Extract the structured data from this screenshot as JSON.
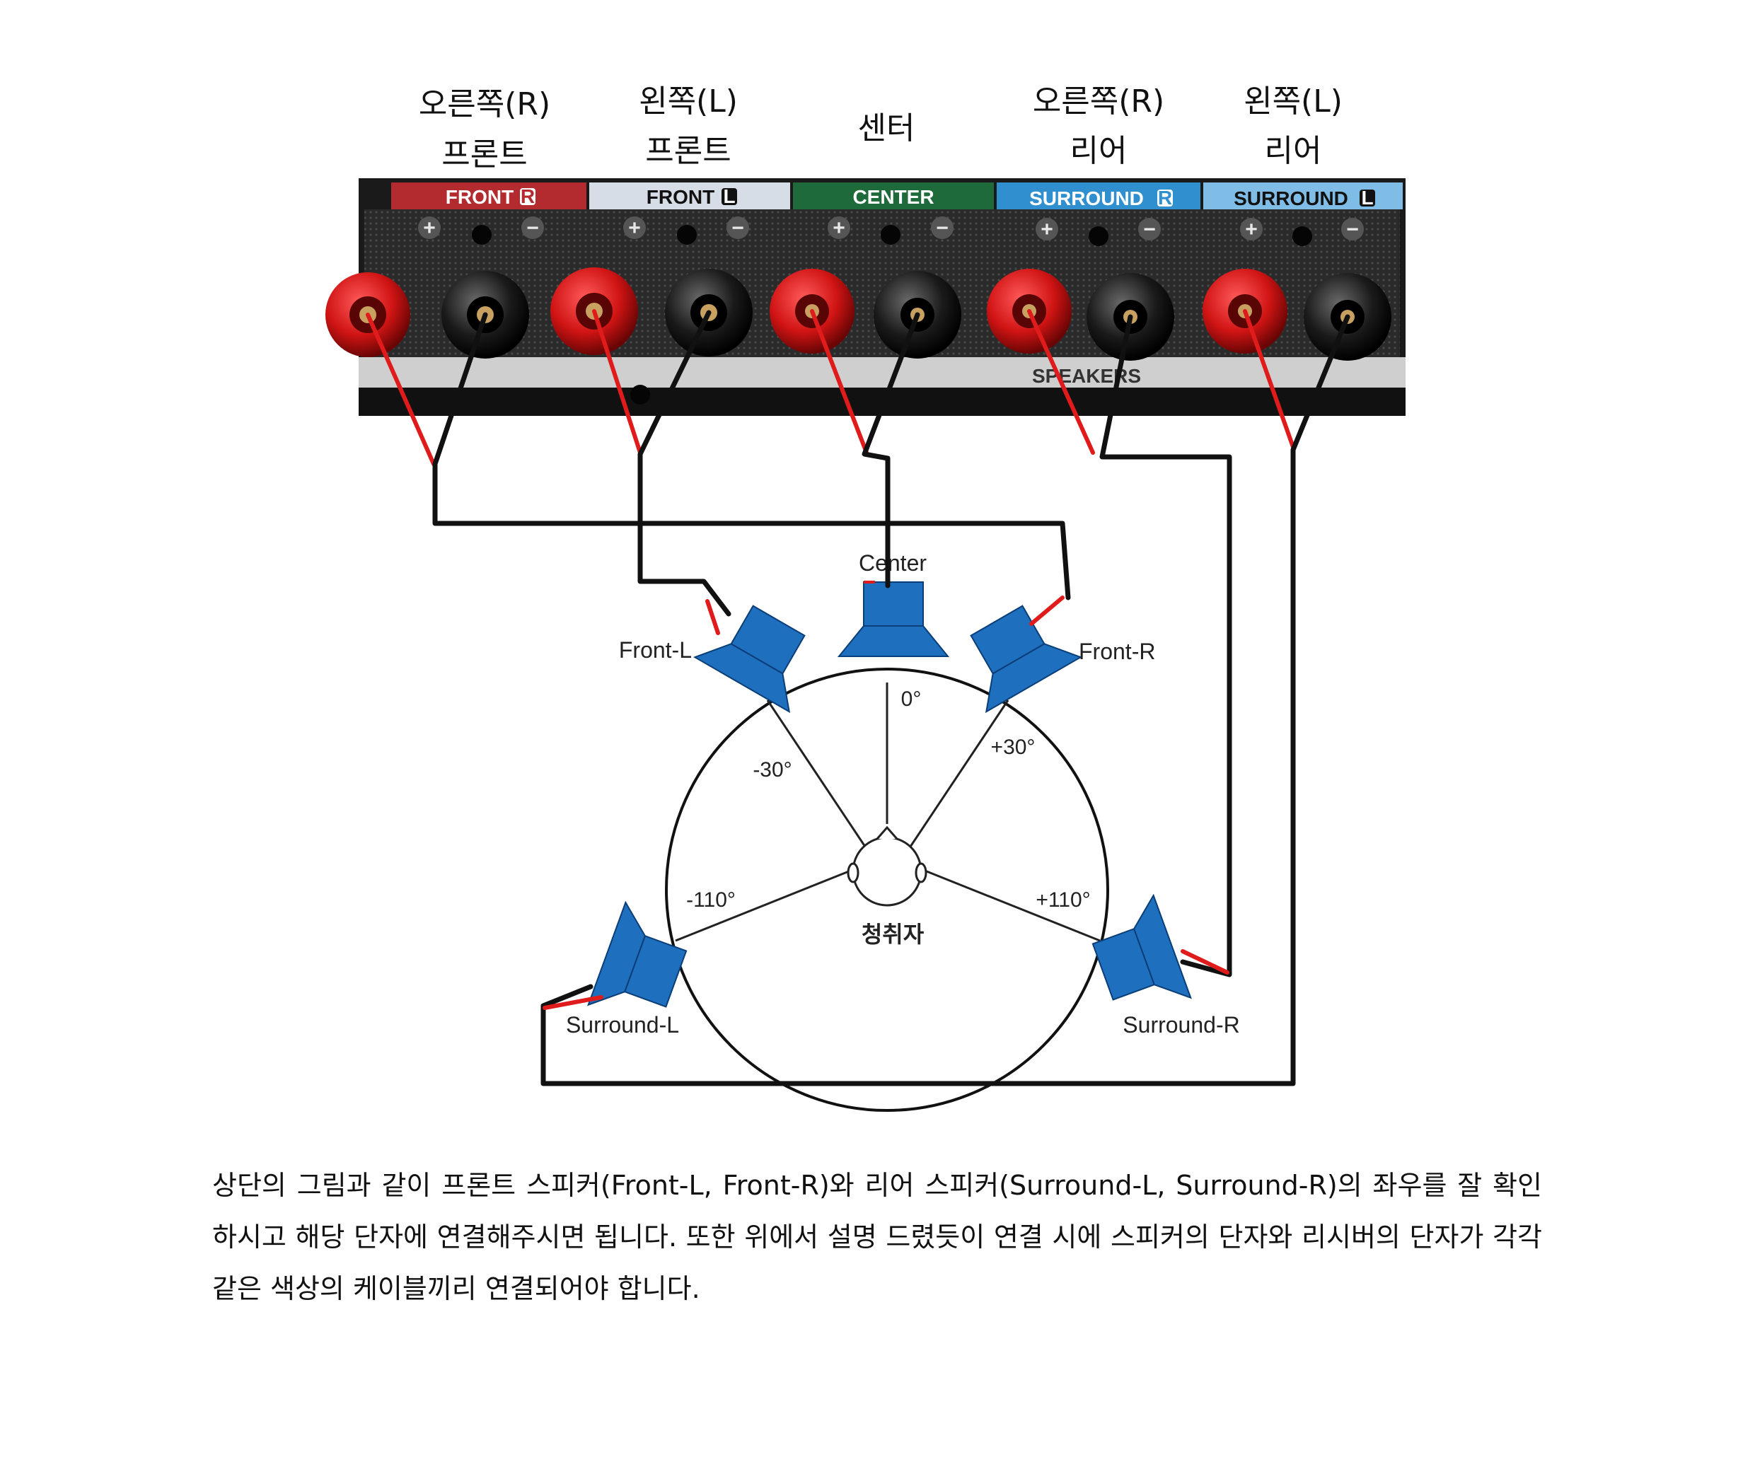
{
  "labels": {
    "front_r": [
      "오른쪽(R)",
      "프론트"
    ],
    "front_l": [
      "왼쪽(L)",
      "프론트"
    ],
    "center": [
      "센터"
    ],
    "surround_r": [
      "오른쪽(R)",
      "리어"
    ],
    "surround_l": [
      "왼쪽(L)",
      "리어"
    ]
  },
  "panel": {
    "sections": [
      {
        "id": "front-r",
        "label": "FRONT",
        "badge": "R",
        "color": "#b32a2f"
      },
      {
        "id": "front-l",
        "label": "FRONT",
        "badge": "L",
        "color": "#d7dde6"
      },
      {
        "id": "center",
        "label": "CENTER",
        "badge": "",
        "color": "#1f6a3a"
      },
      {
        "id": "surround-r",
        "label": "SURROUND",
        "badge": "R",
        "color": "#2f8fcf"
      },
      {
        "id": "surround-l",
        "label": "SURROUND",
        "badge": "L",
        "color": "#7fbde6"
      }
    ],
    "plus": "+",
    "minus": "−",
    "speakers_text": "SPEAKERS"
  },
  "speakers": {
    "center": "Center",
    "front_l": "Front-L",
    "front_r": "Front-R",
    "surround_l": "Surround-L",
    "surround_r": "Surround-R"
  },
  "angles": {
    "zero": "0°",
    "minus30": "-30°",
    "plus30": "+30°",
    "minus110": "-110°",
    "plus110": "+110°"
  },
  "listener": "청취자",
  "colors": {
    "speaker_blue": "#1f6fbf",
    "positive_red": "#e01b1b",
    "wire_black": "#111111",
    "panel_dark": "#1a1a1a"
  },
  "caption": "상단의 그림과 같이 프론트 스피커(Front-L, Front-R)와 리어 스피커(Surround-L, Surround-R)의 좌우를 잘 확인하시고 해당 단자에 연결해주시면 됩니다. 또한 위에서 설명 드렸듯이 연결 시에 스피커의 단자와 리시버의 단자가 각각 같은 색상의 케이블끼리 연결되어야 합니다."
}
